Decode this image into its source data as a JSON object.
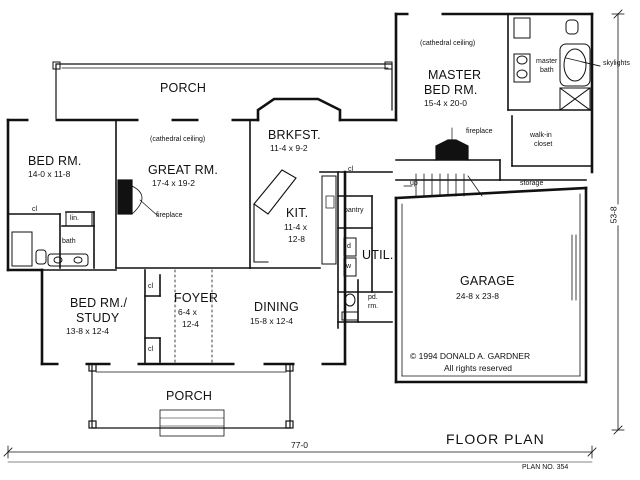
{
  "plan": {
    "title": "FLOOR PLAN",
    "plan_number": "PLAN NO. 354",
    "overall_width": "77-0",
    "overall_depth": "53-8",
    "copyright_line1": "© 1994 DONALD A. GARDNER",
    "copyright_line2": "All rights reserved"
  },
  "rooms": {
    "porch_rear": {
      "name": "PORCH"
    },
    "porch_front": {
      "name": "PORCH"
    },
    "bed_left": {
      "name": "BED RM.",
      "dims": "14-0  x  11-8"
    },
    "great": {
      "name": "GREAT RM.",
      "dims": "17-4  x  19-2",
      "note": "(cathedral ceiling)"
    },
    "brkfst": {
      "name": "BRKFST.",
      "dims": "11-4  x  9-2"
    },
    "kit": {
      "name": "KIT.",
      "dims_line1": "11-4  x",
      "dims_line2": "12-8"
    },
    "master": {
      "name_line1": "MASTER",
      "name_line2": "BED RM.",
      "dims": "15-4  x  20-0",
      "note": "(cathedral ceiling)"
    },
    "master_bath": {
      "line1": "master",
      "line2": "bath"
    },
    "walkin": {
      "line1": "walk-in",
      "line2": "closet"
    },
    "study": {
      "name_line1": "BED RM./",
      "name_line2": "STUDY",
      "dims": "13-8  x  12-4"
    },
    "foyer": {
      "name": "FOYER",
      "dims_line1": "6-4  x",
      "dims_line2": "12-4"
    },
    "dining": {
      "name": "DINING",
      "dims": "15-8  x  12-4"
    },
    "util": {
      "name": "UTIL."
    },
    "garage": {
      "name": "GARAGE",
      "dims": "24-8  x  23-8"
    }
  },
  "labels": {
    "skylights": "skylights",
    "fireplace_great": "fireplace",
    "fireplace_master": "fireplace",
    "up": "up",
    "storage": "storage",
    "pantry": "pantry",
    "bath": "bath",
    "lin": "lin.",
    "cl_bed": "cl",
    "cl_kitchen": "cl",
    "cl_study1": "cl",
    "cl_study2": "cl",
    "washer": "w",
    "dryer": "d",
    "pd_rm_line1": "pd.",
    "pd_rm_line2": "rm."
  }
}
